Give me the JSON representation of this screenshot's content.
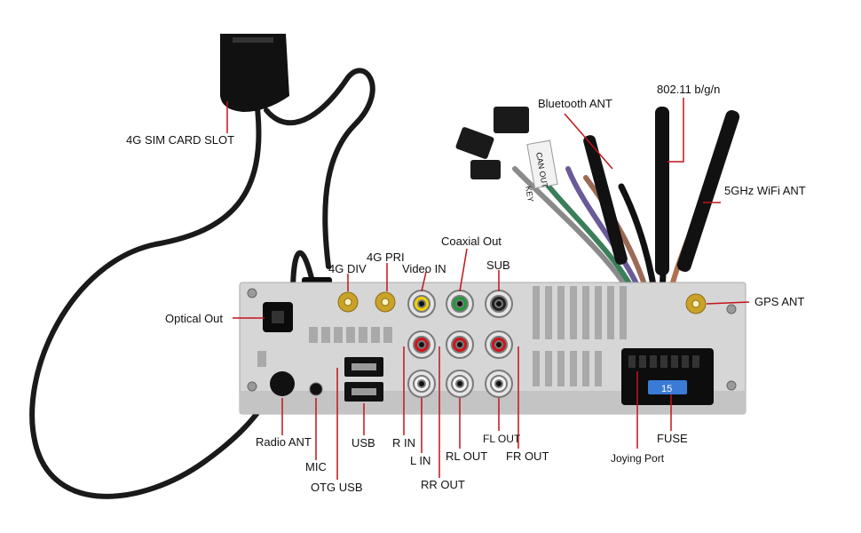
{
  "labels": {
    "sim_slot": "4G SIM CARD SLOT",
    "bluetooth_ant": "Bluetooth ANT",
    "wifi_24": "802.11 b/g/n",
    "wifi_5": "5GHz WiFi ANT",
    "coaxial_out": "Coaxial Out",
    "pri_4g": "4G PRI",
    "div_4g": "4G DIV",
    "video_in": "Video IN",
    "sub": "SUB",
    "gps_ant": "GPS ANT",
    "optical_out": "Optical Out",
    "radio_ant": "Radio ANT",
    "mic": "MIC",
    "otg_usb": "OTG USB",
    "usb": "USB",
    "r_in": "R IN",
    "l_in": "L IN",
    "rl_out": "RL OUT",
    "rr_out": "RR OUT",
    "fl_out": "FL OUT",
    "fr_out": "FR OUT",
    "fuse": "FUSE",
    "joying_port": "Joying Port"
  },
  "component_text": {
    "can_out": "CAN OUT",
    "key_tag": "KEY",
    "fuse_rating": "15"
  },
  "colors": {
    "leader": "#c0141b",
    "panel": "#d9d9d9",
    "cable": "#1a1a1a",
    "gold": "#c9a227"
  }
}
